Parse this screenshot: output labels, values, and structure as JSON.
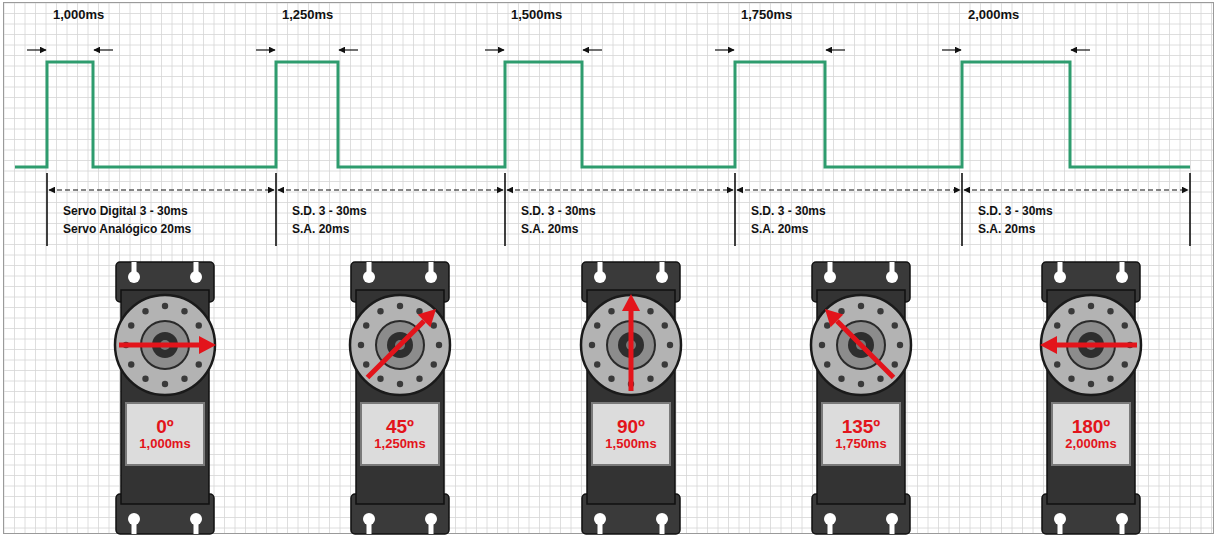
{
  "diagram": {
    "nodes": [
      {
        "text": [
          "0º",
          "1,000ms"
        ]
      },
      {
        "text": [
          "45º",
          "1,250ms"
        ]
      },
      {
        "text": [
          "90º",
          "1,500ms"
        ]
      },
      {
        "text": [
          "135º",
          "1,750ms"
        ]
      },
      {
        "text": [
          "180º",
          "2,000ms"
        ]
      }
    ],
    "labels": [
      "1,000ms",
      "1,250ms",
      "1,500ms",
      "1,750ms",
      "2,000ms",
      "Servo Digital 3 - 30ms",
      "Servo Analógico 20ms",
      "S.D. 3 - 30ms",
      "S.A. 20ms",
      "S.D. 3 - 30ms",
      "S.A. 20ms",
      "S.D. 3 - 30ms",
      "S.A. 20ms",
      "S.D. 3 - 30ms",
      "S.A. 20ms"
    ]
  }
}
